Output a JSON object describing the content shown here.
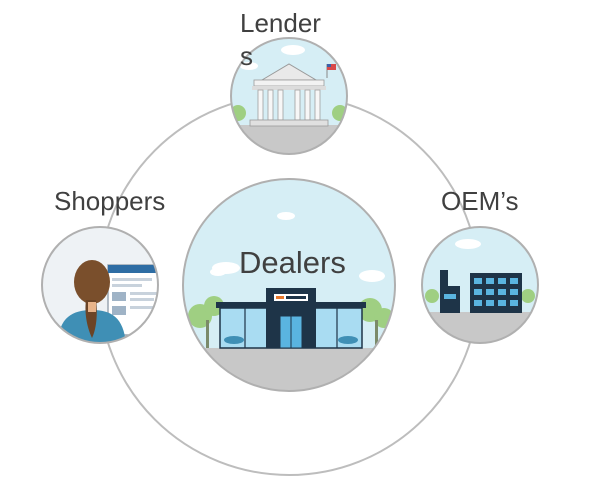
{
  "nodes": {
    "lenders": {
      "label": "Lender s"
    },
    "shoppers": {
      "label": "Shoppers"
    },
    "oems": {
      "label": "OEM’s"
    },
    "dealers": {
      "label": "Dealers"
    }
  },
  "icons": {
    "lenders": "bank-building-icon",
    "shoppers": "shopper-at-computer-icon",
    "oems": "factory-icon",
    "dealers": "dealership-icon"
  },
  "colors": {
    "ring": "#bdbdbd",
    "sky": "#d6eef5",
    "ground": "#c8c8c8",
    "tree": "#9fcf82",
    "building_dark": "#1e3448",
    "glass": "#5ab4e0",
    "label": "#404040"
  }
}
